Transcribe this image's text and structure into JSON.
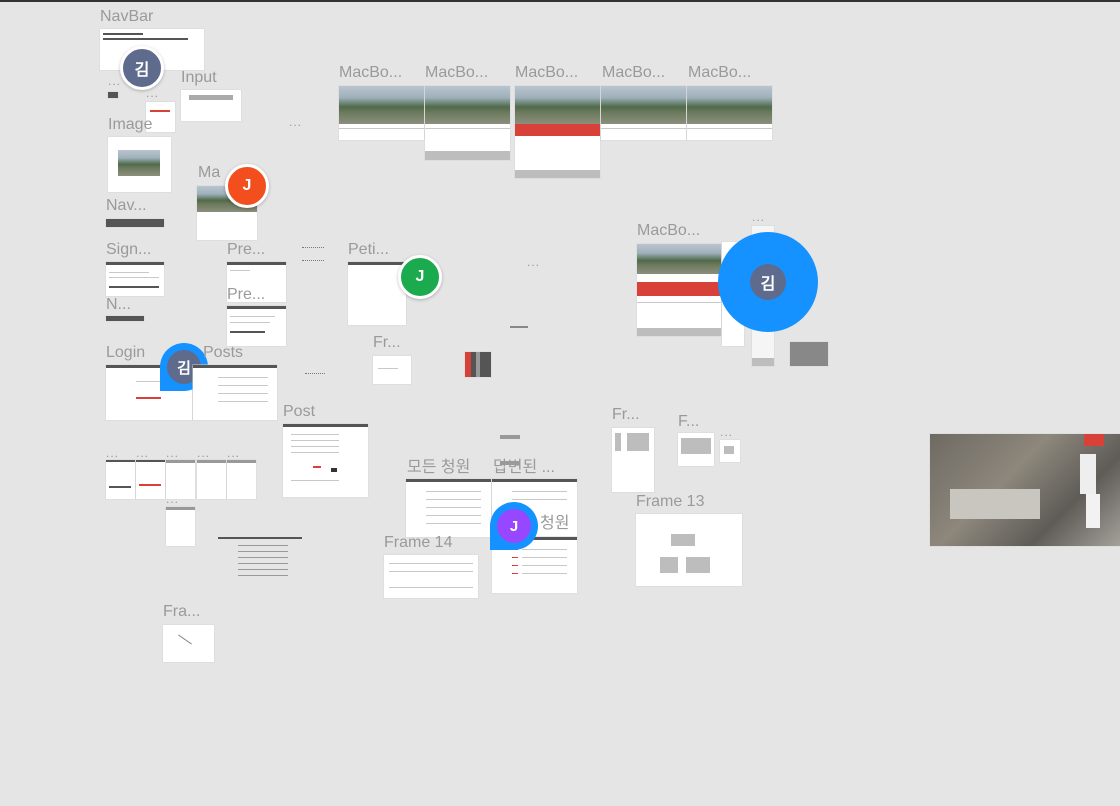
{
  "canvas": {
    "background": "#e5e5e5"
  },
  "labels": {
    "navbar": "NavBar",
    "input": "Input",
    "image": "Image",
    "nav_trunc": "Nav...",
    "ma_trunc": "Ma",
    "sign_trunc": "Sign...",
    "n_trunc": "N...",
    "pre_trunc_1": "Pre...",
    "pre_trunc_2": "Pre...",
    "peti_trunc": "Peti...",
    "login": "Login",
    "posts": "Posts",
    "fr_trunc_1": "Fr...",
    "post": "Post",
    "macbook_1": "MacBo...",
    "macbook_2": "MacBo...",
    "macbook_3": "MacBo...",
    "macbook_4": "MacBo...",
    "macbook_5": "MacBo...",
    "macbook_6": "MacBo...",
    "fr_trunc_2": "Fr...",
    "f_trunc": "F...",
    "frame_13": "Frame 13",
    "frame_14": "Frame 14",
    "all_petitions": "모든 청원",
    "answered_petitions": "답변된 ...",
    "petition_partial": "청원",
    "fra_trunc": "Fra...",
    "ellipsis": "..."
  },
  "avatars": {
    "kim_initial": "김",
    "j_initial": "J",
    "colors": {
      "slate": "#5f6b8c",
      "orange": "#f24e1e",
      "green": "#1bab4e",
      "blue": "#1592ff",
      "purple": "#9747ff"
    }
  }
}
